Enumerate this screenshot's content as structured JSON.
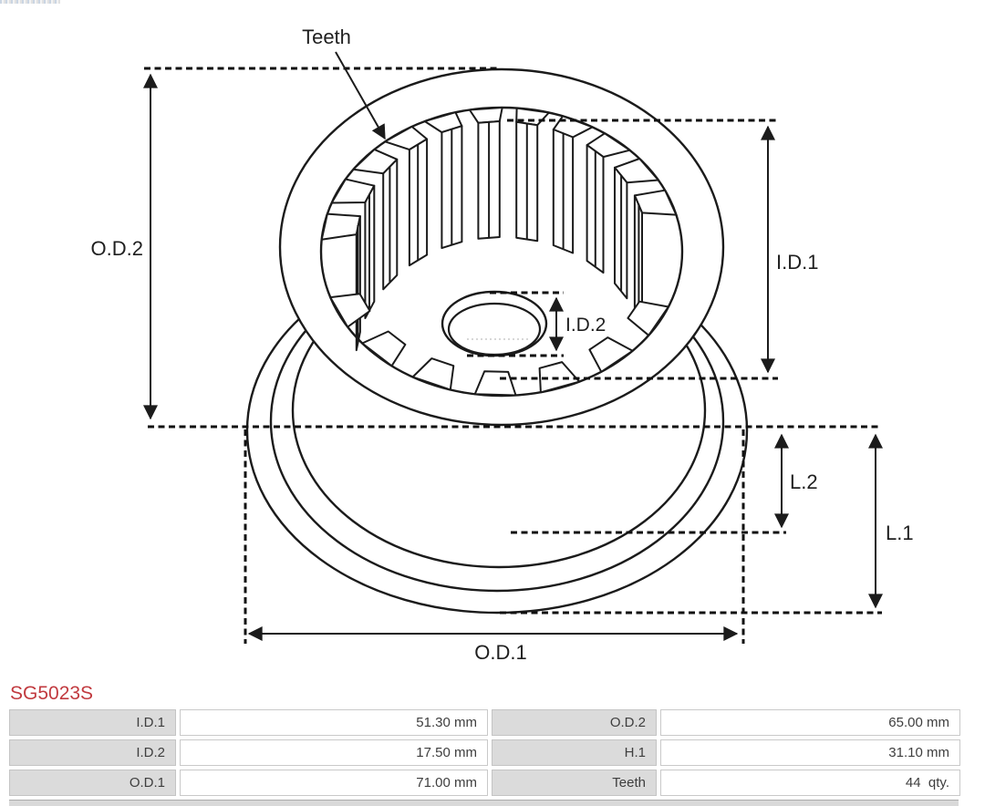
{
  "part_number": "SG5023S",
  "colors": {
    "accent": "#c13a3f",
    "line": "#1b1b1b",
    "table_label_bg": "#dbdbdb"
  },
  "diagram": {
    "teeth_label": "Teeth",
    "od2_label": "O.D.2",
    "id1_label": "I.D.1",
    "id2_label": "I.D.2",
    "l2_label": "L.2",
    "l1_label": "L.1",
    "od1_label": "O.D.1"
  },
  "table": {
    "rows": [
      {
        "cells": [
          {
            "label": "I.D.1",
            "value": "51.30 mm"
          },
          {
            "label": "O.D.2",
            "value": "65.00 mm"
          }
        ]
      },
      {
        "cells": [
          {
            "label": "I.D.2",
            "value": "17.50 mm"
          },
          {
            "label": "H.1",
            "value": "31.10 mm"
          }
        ]
      },
      {
        "cells": [
          {
            "label": "O.D.1",
            "value": "71.00 mm"
          },
          {
            "label": "Teeth",
            "value": "44  qty."
          }
        ]
      }
    ]
  }
}
